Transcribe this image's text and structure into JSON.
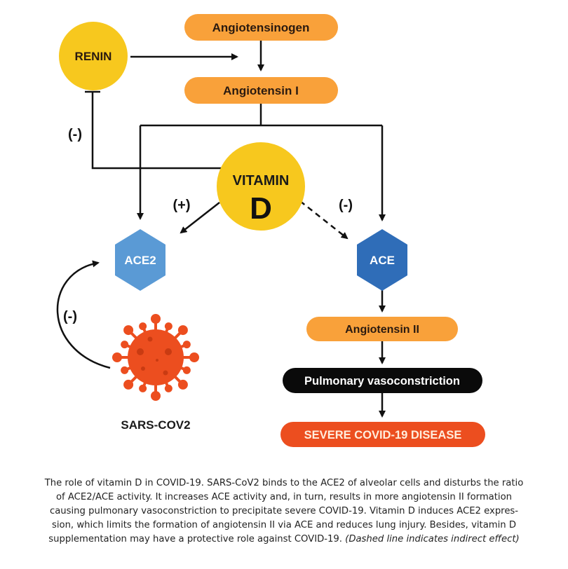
{
  "diagram": {
    "nodes": {
      "angiotensinogen": "Angiotensinogen",
      "renin": "RENIN",
      "angiotensin_1": "Angiotensin I",
      "vitamin_line1": "VITAMIN",
      "vitamin_line2": "D",
      "ace2": "ACE2",
      "ace": "ACE",
      "angiotensin_2": "Angiotensin II",
      "pulmonary": "Pulmonary vasoconstriction",
      "severe": "SEVERE COVID-19 DISEASE",
      "virus_label": "SARS-COV2"
    },
    "signs": {
      "renin_inhibit": "(-)",
      "ace2_plus": "(+)",
      "ace_minus": "(-)",
      "virus_minus": "(-)"
    },
    "icons": {
      "virus": "coronavirus-icon"
    },
    "colors": {
      "orange_pill": "#F9A13A",
      "yellow_circle": "#F7C81E",
      "ace2_blue": "#5A9AD5",
      "ace_blue": "#2F6DB8",
      "black_pill": "#0A0A0A",
      "severe_red": "#EC4E1F",
      "virus_red": "#EC4E1F"
    }
  },
  "caption": {
    "lines": [
      "The role of vitamin D in COVID-19. SARS-CoV2 binds to the ACE2 of alveolar cells and disturbs the ratio",
      "of ACE2/ACE activity. It increases ACE activity and, in turn, results in more angiotensin II formation",
      "causing pulmonary vasoconstriction to precipitate severe COVID-19. Vitamin D induces ACE2 expres-",
      "sion, which limits the formation of angiotensin II via ACE and reduces lung injury. Besides, vitamin D"
    ],
    "last_line_plain": "supplementation may have a protective role against COVID-19. ",
    "last_line_italic": "(Dashed line indicates indirect effect)"
  }
}
